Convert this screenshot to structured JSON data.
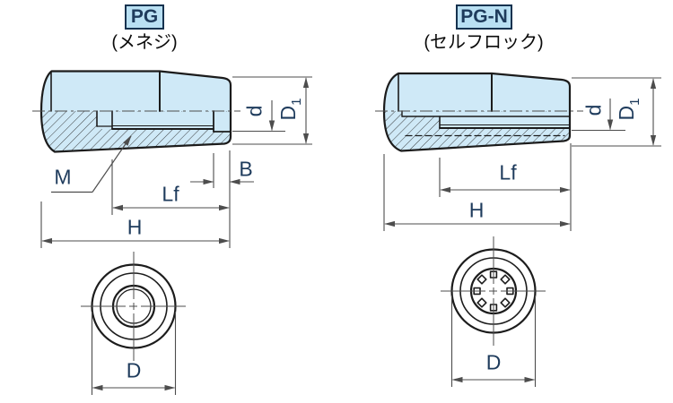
{
  "figures": {
    "pg": {
      "code": "PG",
      "subtitle": "(メネジ)",
      "labels": {
        "m": "M",
        "b": "B",
        "lf": "Lf",
        "h": "H",
        "d": "d",
        "d1_main": "D",
        "d1_sub": "1",
        "dia": "D"
      }
    },
    "pgn": {
      "code": "PG-N",
      "subtitle": "(セルフロック)",
      "labels": {
        "lf": "Lf",
        "h": "H",
        "d": "d",
        "d1_main": "D",
        "d1_sub": "1",
        "dia": "D"
      }
    }
  },
  "colors": {
    "part_fill": "#cfe9f7",
    "box_fill": "#b9e0f3",
    "box_border": "#16324f",
    "line": "#1c1c1c",
    "dim_line": "#4d4d4d",
    "label": "#1e3b5c"
  }
}
